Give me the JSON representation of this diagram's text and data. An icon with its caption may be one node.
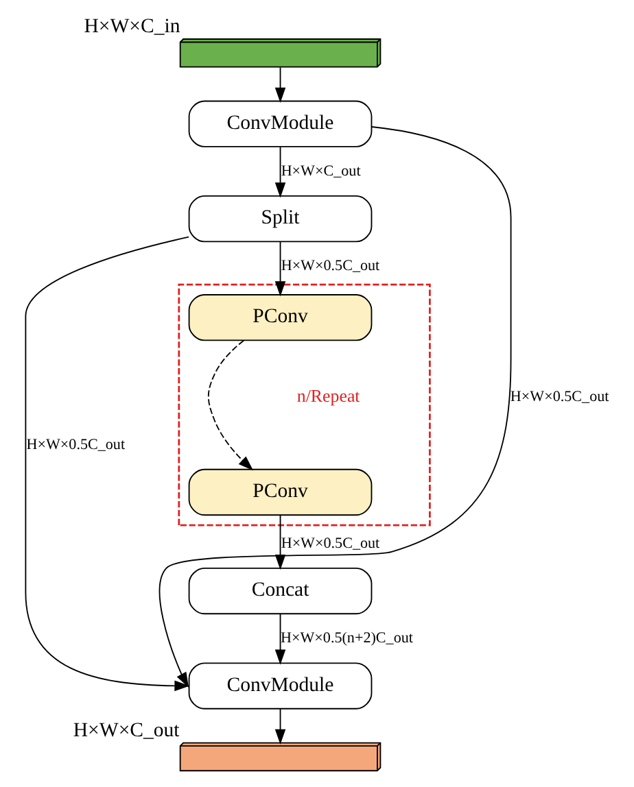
{
  "diagram": {
    "nodes": [
      {
        "text": [],
        "shape": "box",
        "beside": [
          "H×W×C_in"
        ]
      },
      {
        "text": [
          "ConvModule"
        ]
      },
      {
        "text": [
          "Split"
        ]
      },
      {
        "text": [],
        "shape": "box",
        "beside": [
          "n/Repeat"
        ]
      },
      {
        "text": [
          "PConv"
        ],
        "in": 3
      },
      {
        "text": [
          "PConv"
        ],
        "in": 3
      },
      {
        "text": [
          "Concat"
        ]
      },
      {
        "text": [
          "ConvModule"
        ]
      },
      {
        "text": [],
        "shape": "box",
        "beside": [
          "H×W×C_out"
        ]
      }
    ],
    "edges": [
      {
        "from": 0,
        "to": 1,
        "arrow": "to"
      },
      {
        "from": 1,
        "to": 2,
        "arrow": "to",
        "label": "H×W×C_out"
      },
      {
        "from": 1,
        "to": 7,
        "arrow": "to",
        "label": "H×W×0.5C_out"
      },
      {
        "from": 2,
        "to": 4,
        "arrow": "to",
        "label": "H×W×0.5C_out"
      },
      {
        "from": 2,
        "to": 7,
        "arrow": "to",
        "label": "H×W×0.5C_out"
      },
      {
        "from": 4,
        "to": 5,
        "arrow": "to",
        "style": "dashed"
      },
      {
        "from": 5,
        "to": 6,
        "arrow": "to",
        "label": "H×W×0.5C_out"
      },
      {
        "from": 6,
        "to": 7,
        "arrow": "to",
        "label": "H×W×0.5(n+2)C_out"
      },
      {
        "from": 7,
        "to": 8,
        "arrow": "to"
      }
    ]
  }
}
